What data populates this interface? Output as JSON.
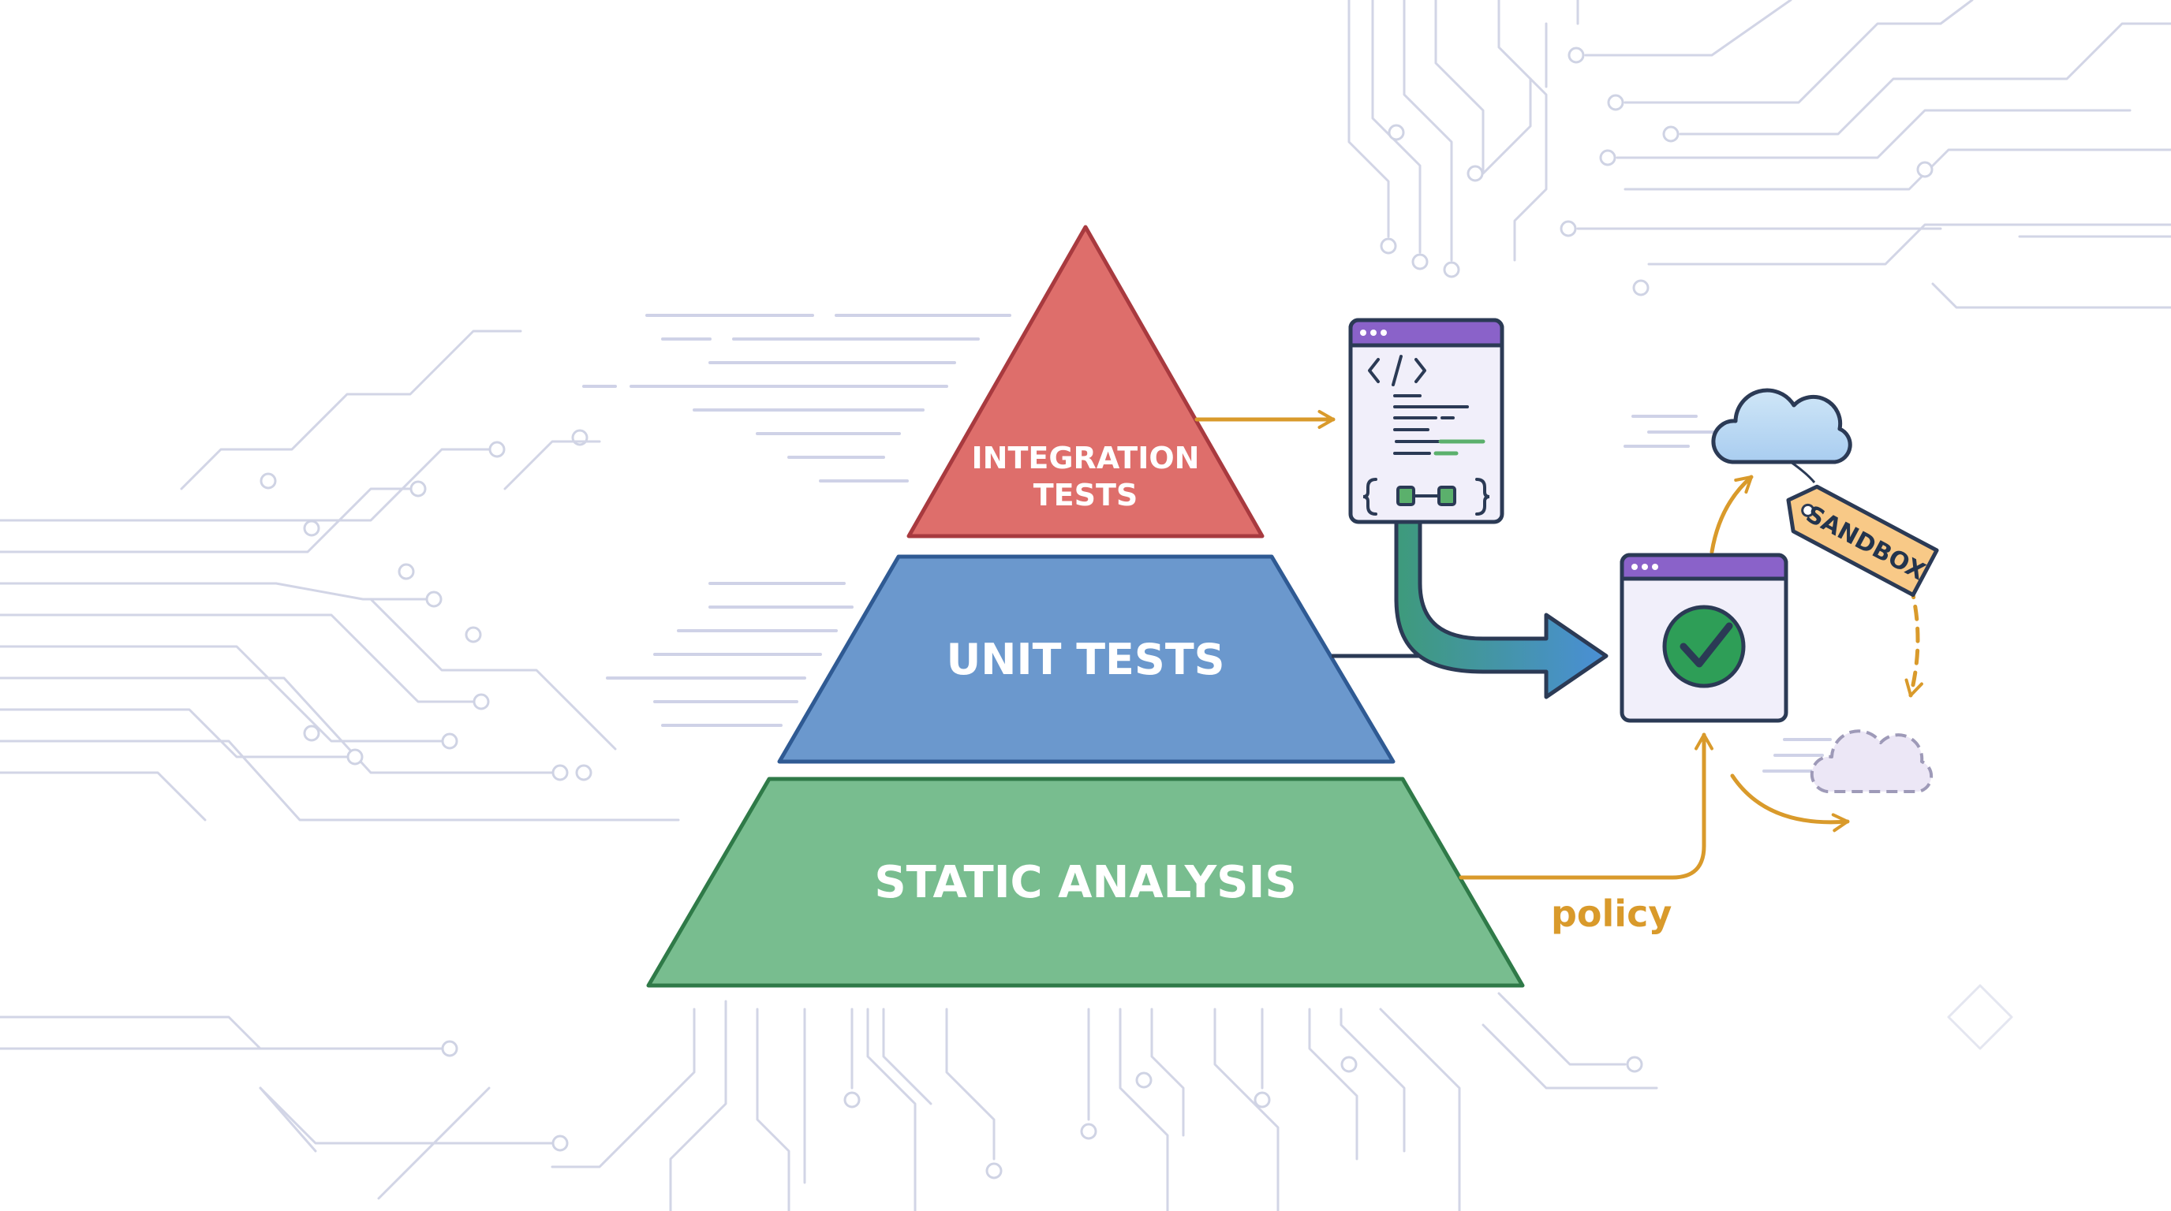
{
  "pyramid": {
    "top_label_line1": "INTEGRATION",
    "top_label_line2": "TESTS",
    "middle_label": "UNIT TESTS",
    "bottom_label": "STATIC ANALYSIS"
  },
  "flow": {
    "policy_label": "policy",
    "sandbox_tag": "SANDBOX"
  },
  "icons": {
    "code_window": "code-window-icon",
    "check_window": "check-window-icon",
    "cloud": "cloud-icon",
    "dashed_cloud": "dashed-cloud-icon",
    "tag": "sandbox-tag-icon"
  },
  "colors": {
    "integration": "#de6e6b",
    "unit": "#6b98cd",
    "static": "#78bd8f",
    "accent_orange": "#d99a2b",
    "window_bar": "#8a62c9",
    "check_green": "#2e9e57",
    "circuit": "#d2d5e6"
  }
}
